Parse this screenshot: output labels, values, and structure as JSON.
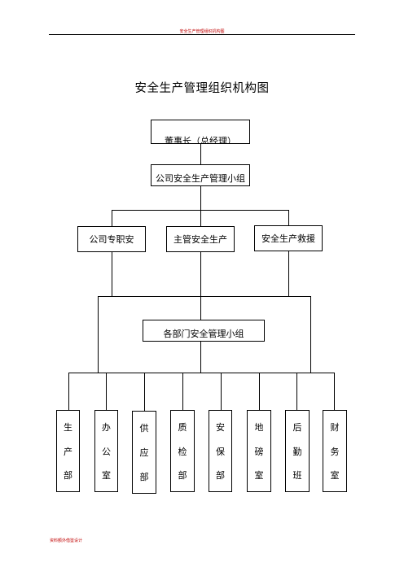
{
  "header": {
    "text": "安全生产管理组织机构图"
  },
  "title": "安全生产管理组织机构图",
  "nodes": {
    "chairman": "董事长（总经理）",
    "company_group": "公司安全生产管理小组",
    "full_time": "公司专职安",
    "supervisor": "主管安全生产",
    "rescue": "安全生产救援",
    "dept_group": "各部门安全管理小组"
  },
  "departments": [
    [
      "生",
      "产",
      "部"
    ],
    [
      "办",
      "公",
      "室"
    ],
    [
      "供",
      "应",
      "部"
    ],
    [
      "质",
      "检",
      "部"
    ],
    [
      "安",
      "保",
      "部"
    ],
    [
      "地",
      "磅",
      "室"
    ],
    [
      "后",
      "勤",
      "班"
    ],
    [
      "财",
      "务",
      "室"
    ]
  ],
  "footer": {
    "text": "资料额外借鉴设计"
  },
  "colors": {
    "header_text": "#c00000",
    "line": "#000000"
  }
}
